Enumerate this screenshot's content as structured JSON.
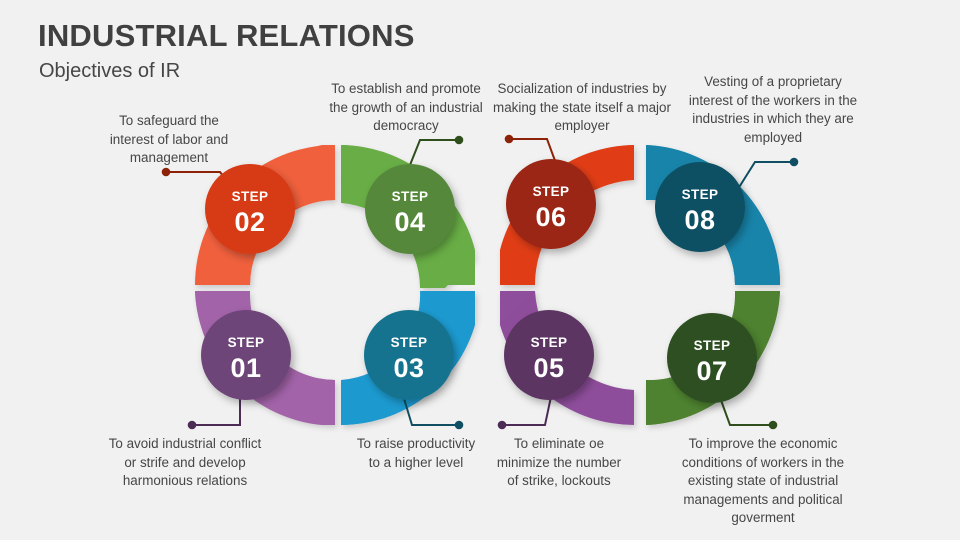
{
  "slide": {
    "title": "INDUSTRIAL RELATIONS",
    "subtitle": "Objectives of IR",
    "background_color": "#F1F1F1",
    "text_color": "#464646"
  },
  "steps": [
    {
      "id": "step-01",
      "label": "STEP",
      "number": "01",
      "text": "To avoid industrial conflict or strife and develop harmonious relations",
      "arc_color": "#A263A8",
      "circle_color": "#6E4478",
      "connector_color": "#4C2C55",
      "position": "bottom-left"
    },
    {
      "id": "step-02",
      "label": "STEP",
      "number": "02",
      "text": "To safeguard the interest of labor and management",
      "arc_color": "#F0603C",
      "circle_color": "#D63A16",
      "connector_color": "#8C2208",
      "position": "top-left"
    },
    {
      "id": "step-03",
      "label": "STEP",
      "number": "03",
      "text": "To raise productivity to a higher level",
      "arc_color": "#1C9AD0",
      "circle_color": "#14738F",
      "connector_color": "#0F4E63",
      "position": "bottom-left"
    },
    {
      "id": "step-04",
      "label": "STEP",
      "number": "04",
      "text": "To establish and promote the growth of an industrial democracy",
      "arc_color": "#68AD45",
      "circle_color": "#55883B",
      "connector_color": "#2E4F1B",
      "position": "top-left"
    },
    {
      "id": "step-05",
      "label": "STEP",
      "number": "05",
      "text": "To eliminate oe minimize the number of strike, lockouts",
      "arc_color": "#8E4E9B",
      "circle_color": "#5C3564",
      "connector_color": "#4C2C55",
      "position": "bottom-right"
    },
    {
      "id": "step-06",
      "label": "STEP",
      "number": "06",
      "text": "Socialization of industries by making the state itself a major employer",
      "arc_color": "#E03C16",
      "circle_color": "#9B2512",
      "connector_color": "#8C2208",
      "position": "top-right"
    },
    {
      "id": "step-07",
      "label": "STEP",
      "number": "07",
      "text": "To improve the economic conditions of workers in the existing state of industrial managements and political goverment",
      "arc_color": "#4E8230",
      "circle_color": "#2E5020",
      "connector_color": "#2E4F1B",
      "position": "bottom-right"
    },
    {
      "id": "step-08",
      "label": "STEP",
      "number": "08",
      "text": "Vesting of a proprietary interest of the workers in the industries in which they are employed",
      "arc_color": "#1884AA",
      "circle_color": "#0D4F63",
      "connector_color": "#0F4E63",
      "position": "top-right"
    }
  ]
}
